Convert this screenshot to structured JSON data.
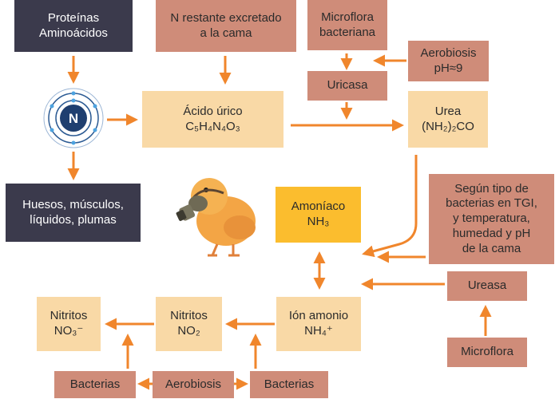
{
  "colors": {
    "dark": "#3b3a4c",
    "brown": "#cf8c79",
    "cream": "#f9d9a6",
    "gold": "#fbbd2e",
    "arrow": "#f0862c",
    "atom_core": "#1f3f70"
  },
  "nodes": {
    "proteinas": {
      "line1": "Proteínas",
      "line2": "Aminoácidos"
    },
    "n_restante": {
      "line1": "N restante excretado",
      "line2": "a la cama"
    },
    "microflora_bact": {
      "line1": "Microflora",
      "line2": "bacteriana"
    },
    "aerobiosis_ph": {
      "line1": "Aerobiosis",
      "line2": "pH≈9"
    },
    "uricasa": {
      "label": "Uricasa"
    },
    "acido_urico": {
      "line1": "Ácido úrico",
      "formula": "C₅H₄N₄O₃"
    },
    "urea": {
      "line1": "Urea",
      "formula": "(NH₂)₂CO"
    },
    "huesos": {
      "line1": "Huesos, músculos,",
      "line2": "líquidos, plumas"
    },
    "amoniaco": {
      "line1": "Amoníaco",
      "formula": "NH₃"
    },
    "segun_tipo": {
      "line1": "Según tipo de",
      "line2": "bacterias en TGI,",
      "line3": "y temperatura,",
      "line4": "humedad y pH",
      "line5": "de la cama"
    },
    "ureasa": {
      "label": "Ureasa"
    },
    "nitritos_no3": {
      "line1": "Nitritos",
      "formula": "NO₃⁻"
    },
    "nitritos_no2": {
      "line1": "Nitritos",
      "formula": "NO₂"
    },
    "ion_amonio": {
      "line1": "Ión amonio",
      "formula": "NH₄⁺"
    },
    "microflora": {
      "label": "Microflora"
    },
    "bacterias_left": {
      "label": "Bacterias"
    },
    "aerobiosis": {
      "label": "Aerobiosis"
    },
    "bacterias_right": {
      "label": "Bacterias"
    }
  },
  "atom": {
    "symbol": "N"
  }
}
